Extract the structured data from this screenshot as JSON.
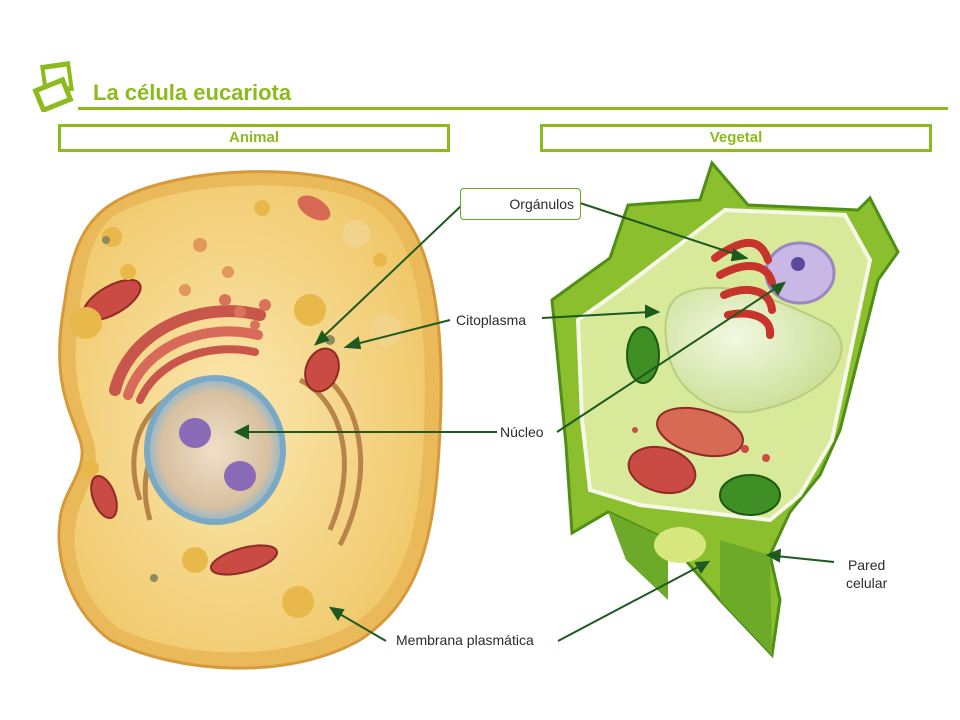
{
  "header": {
    "title": "La célula eucariota"
  },
  "panels": {
    "animal": "Animal",
    "vegetal": "Vegetal"
  },
  "labels": {
    "organulos": "Orgánulos",
    "citoplasma": "Citoplasma",
    "nucleo": "Núcleo",
    "membrana": "Membrana plasmática",
    "pared_line1": "Pared",
    "pared_line2": "celular"
  },
  "colors": {
    "accent": "#8dba1d",
    "pointer": "#1e5a1e"
  }
}
